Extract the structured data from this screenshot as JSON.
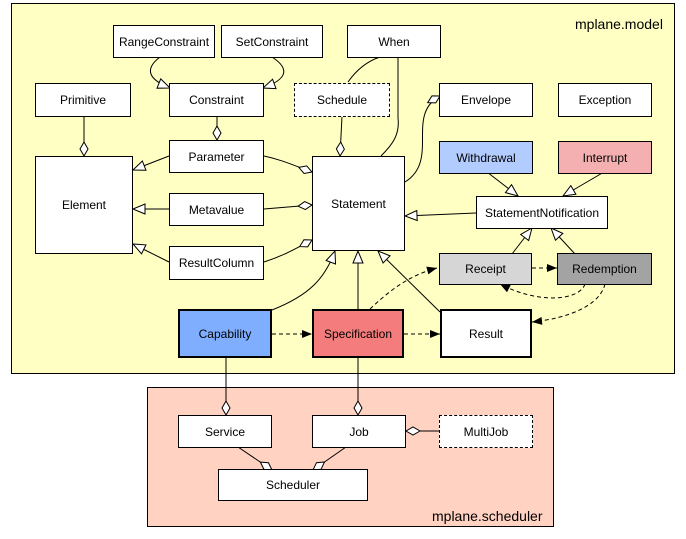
{
  "packages": {
    "model": {
      "label": "mplane.model",
      "color": "#FFFFC4"
    },
    "scheduler": {
      "label": "mplane.scheduler",
      "color": "#FFD2C2"
    }
  },
  "classes": {
    "range_constraint": "RangeConstraint",
    "set_constraint": "SetConstraint",
    "when": "When",
    "primitive": "Primitive",
    "constraint": "Constraint",
    "schedule": "Schedule",
    "envelope": "Envelope",
    "exception": "Exception",
    "element": "Element",
    "parameter": "Parameter",
    "metavalue": "Metavalue",
    "result_column": "ResultColumn",
    "statement": "Statement",
    "withdrawal": "Withdrawal",
    "interrupt": "Interrupt",
    "statement_notification": "StatementNotification",
    "receipt": "Receipt",
    "redemption": "Redemption",
    "capability": "Capability",
    "specification": "Specification",
    "result": "Result",
    "service": "Service",
    "job": "Job",
    "multijob": "MultiJob",
    "scheduler": "Scheduler"
  },
  "colors": {
    "withdrawal": "#B2CCFF",
    "interrupt": "#F4B0B0",
    "receipt": "#D6D6D6",
    "redemption": "#A3A3A3",
    "capability": "#7FAEFF",
    "specification": "#F47C7C"
  }
}
